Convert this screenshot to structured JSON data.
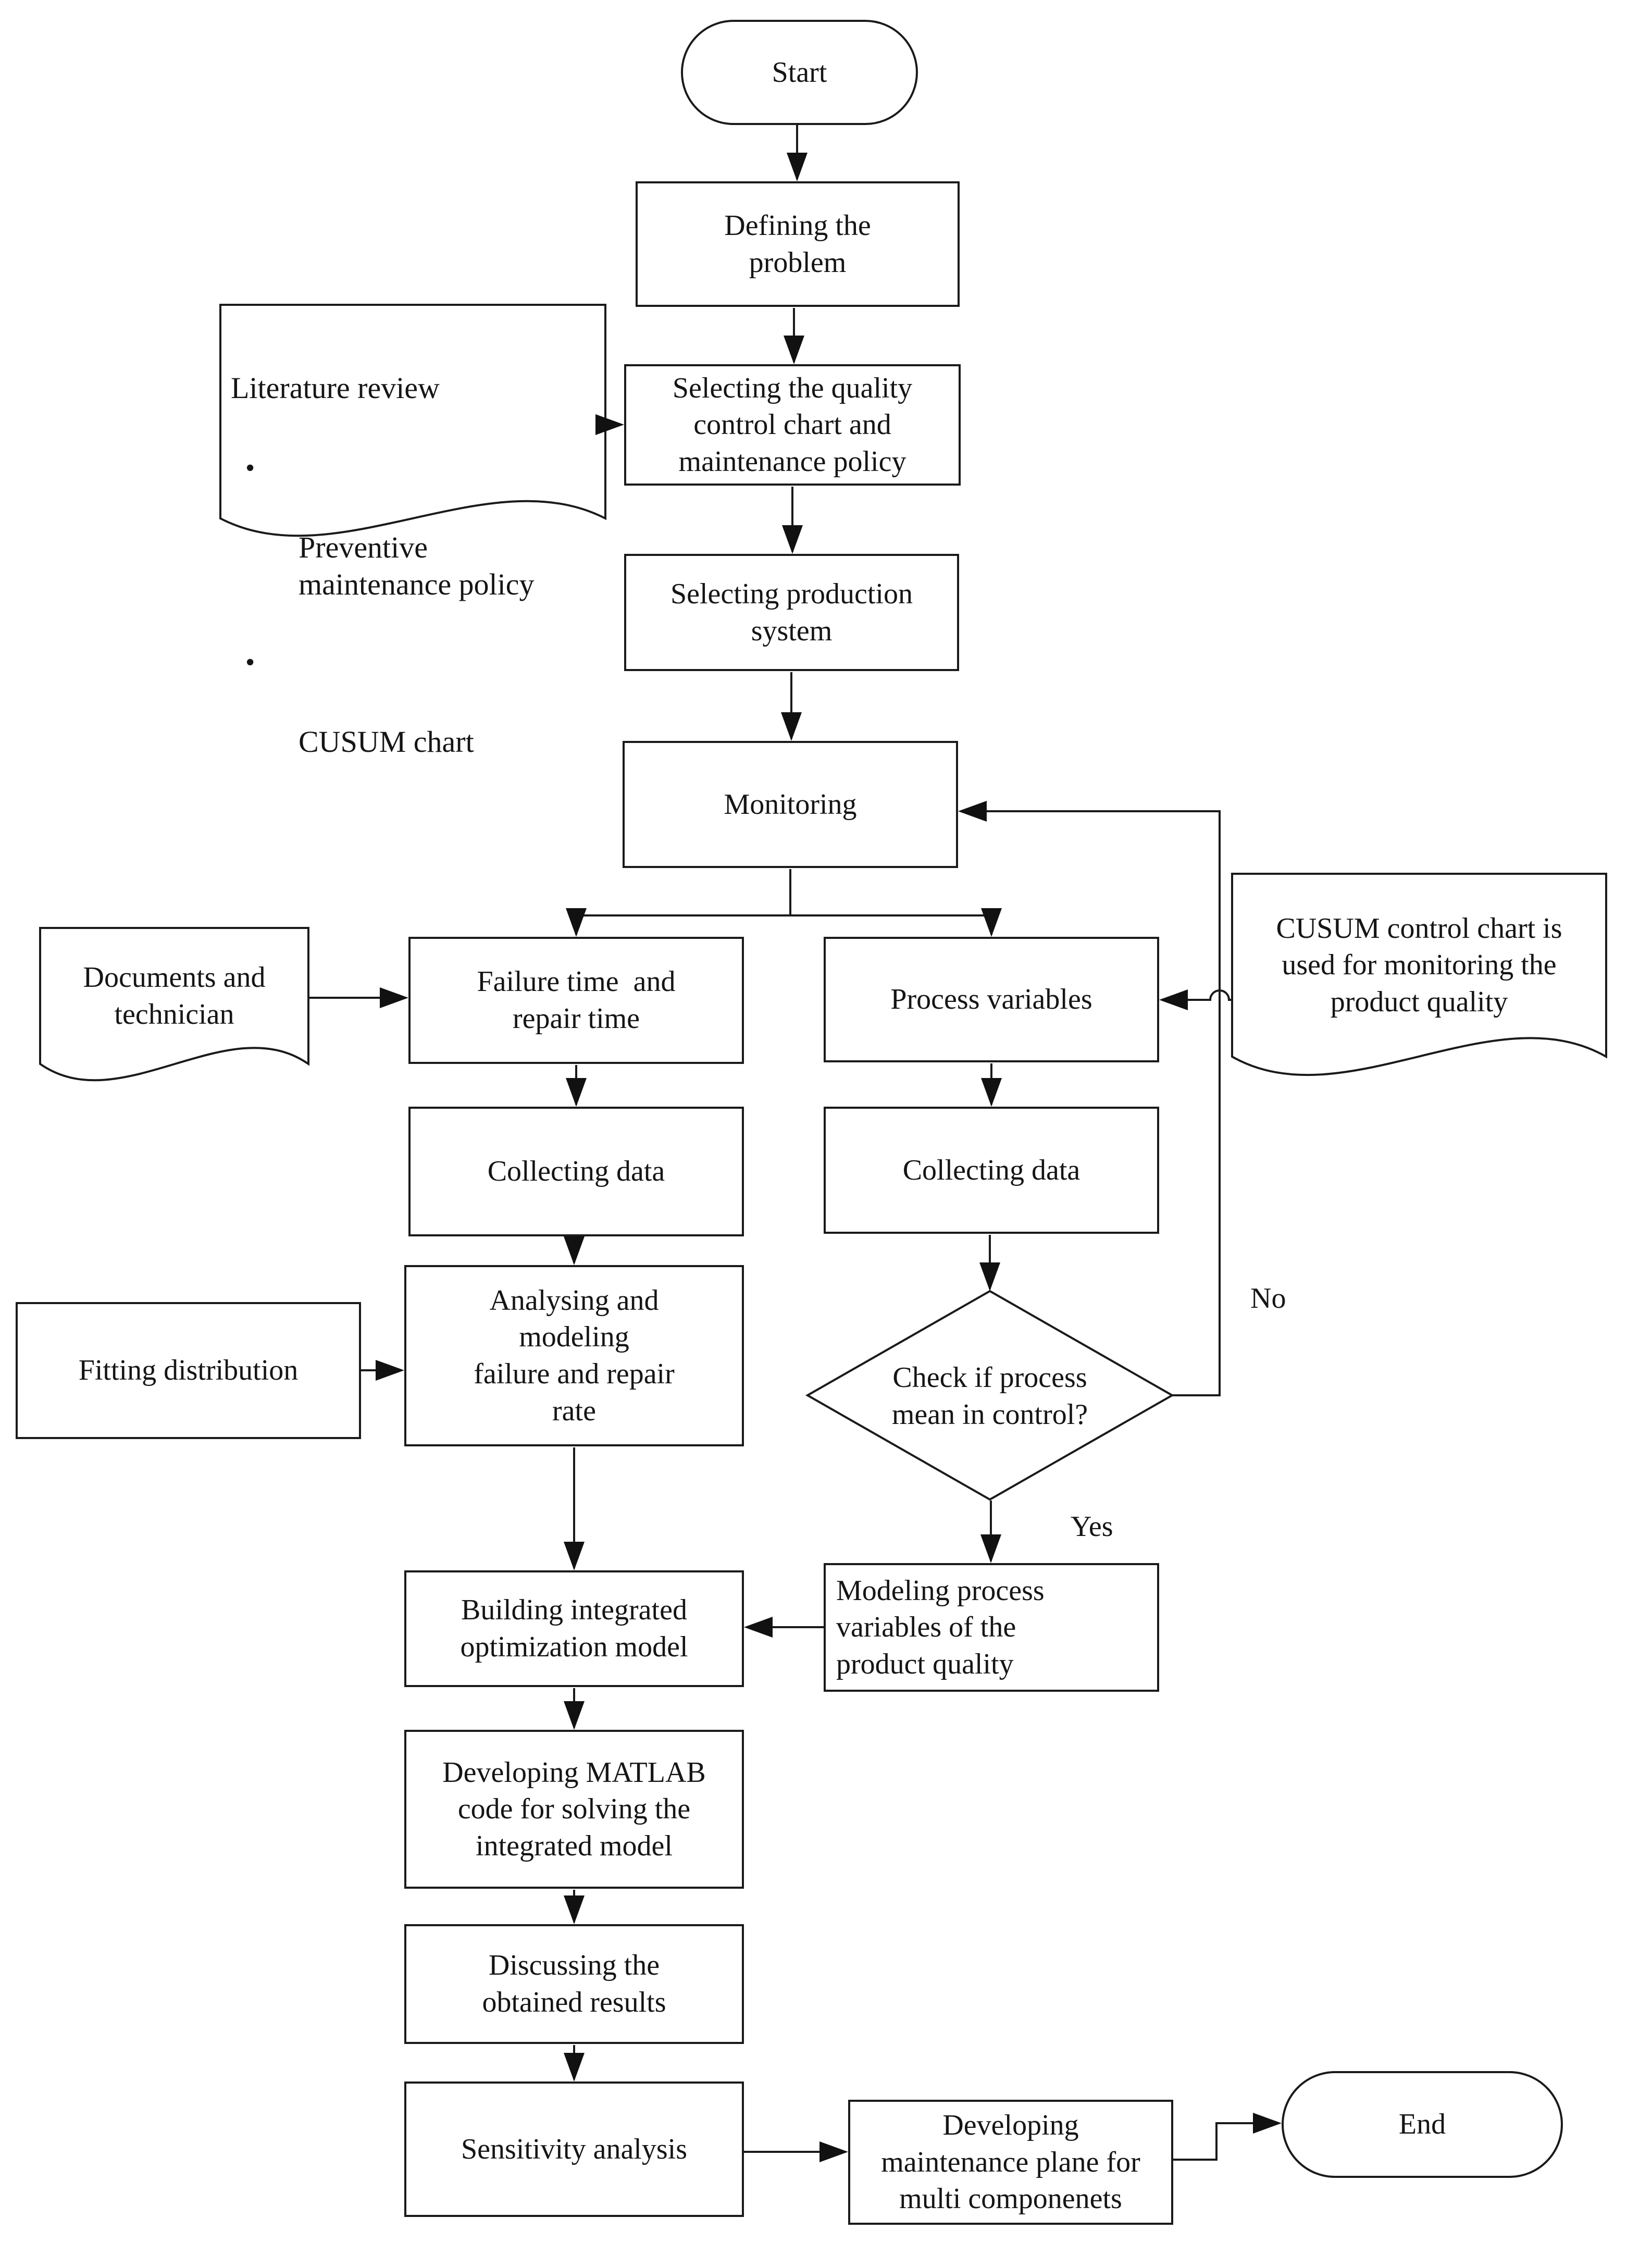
{
  "labels": {
    "no": "No",
    "yes": "Yes"
  },
  "icons": {
    "bullet_glyph": "•"
  },
  "colors": {
    "ink": "#1a1a1a",
    "background": "#ffffff"
  },
  "nodes": {
    "start": {
      "label": "Start"
    },
    "defining": {
      "label": "Defining the\nproblem"
    },
    "literature": {
      "title": "Literature review",
      "items": [
        "Preventive\nmaintenance policy",
        "CUSUM chart"
      ]
    },
    "select_quality": {
      "label": "Selecting the quality\ncontrol chart and\nmaintenance policy"
    },
    "select_production": {
      "label": "Selecting production\nsystem"
    },
    "monitoring": {
      "label": "Monitoring"
    },
    "documents_technician": {
      "label": "Documents and\ntechnician"
    },
    "failure_time": {
      "label": "Failure time  and\nrepair time"
    },
    "process_variables": {
      "label": "Process variables"
    },
    "cusum_note": {
      "label": "CUSUM control chart is\nused for monitoring the\nproduct quality"
    },
    "collecting_left": {
      "label": "Collecting data"
    },
    "collecting_right": {
      "label": "Collecting data"
    },
    "fitting": {
      "label": "Fitting distribution"
    },
    "analysing": {
      "label": "Analysing and\nmodeling\nfailure and repair\nrate"
    },
    "check_control": {
      "label": "Check if process\nmean in control?"
    },
    "modeling_quality": {
      "label": "Modeling process\nvariables of the\nproduct quality"
    },
    "building_model": {
      "label": "Building integrated\noptimization model"
    },
    "matlab": {
      "label": "Developing MATLAB\ncode for solving the\nintegrated model"
    },
    "discussing": {
      "label": "Discussing the\nobtained results"
    },
    "sensitivity": {
      "label": "Sensitivity analysis"
    },
    "maintenance_plan": {
      "label": "Developing\nmaintenance plane for\nmulti componenets"
    },
    "end": {
      "label": "End"
    }
  }
}
